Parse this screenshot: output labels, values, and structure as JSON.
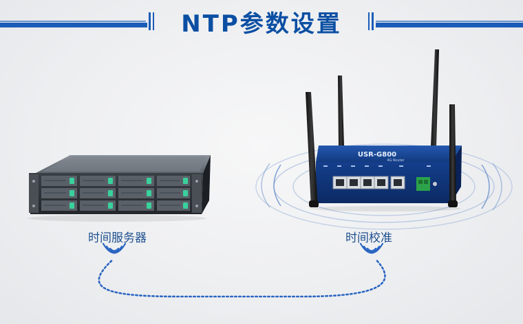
{
  "header": {
    "title": "NTP参数设置"
  },
  "devices": {
    "server_label": "时间服务器",
    "router_label": "时间校准",
    "router_brand": "USR-G800",
    "router_model": "4G Router"
  },
  "colors": {
    "title": "#0b4fa3",
    "accent": "#1a5cb8",
    "label": "#1d4f8f"
  }
}
